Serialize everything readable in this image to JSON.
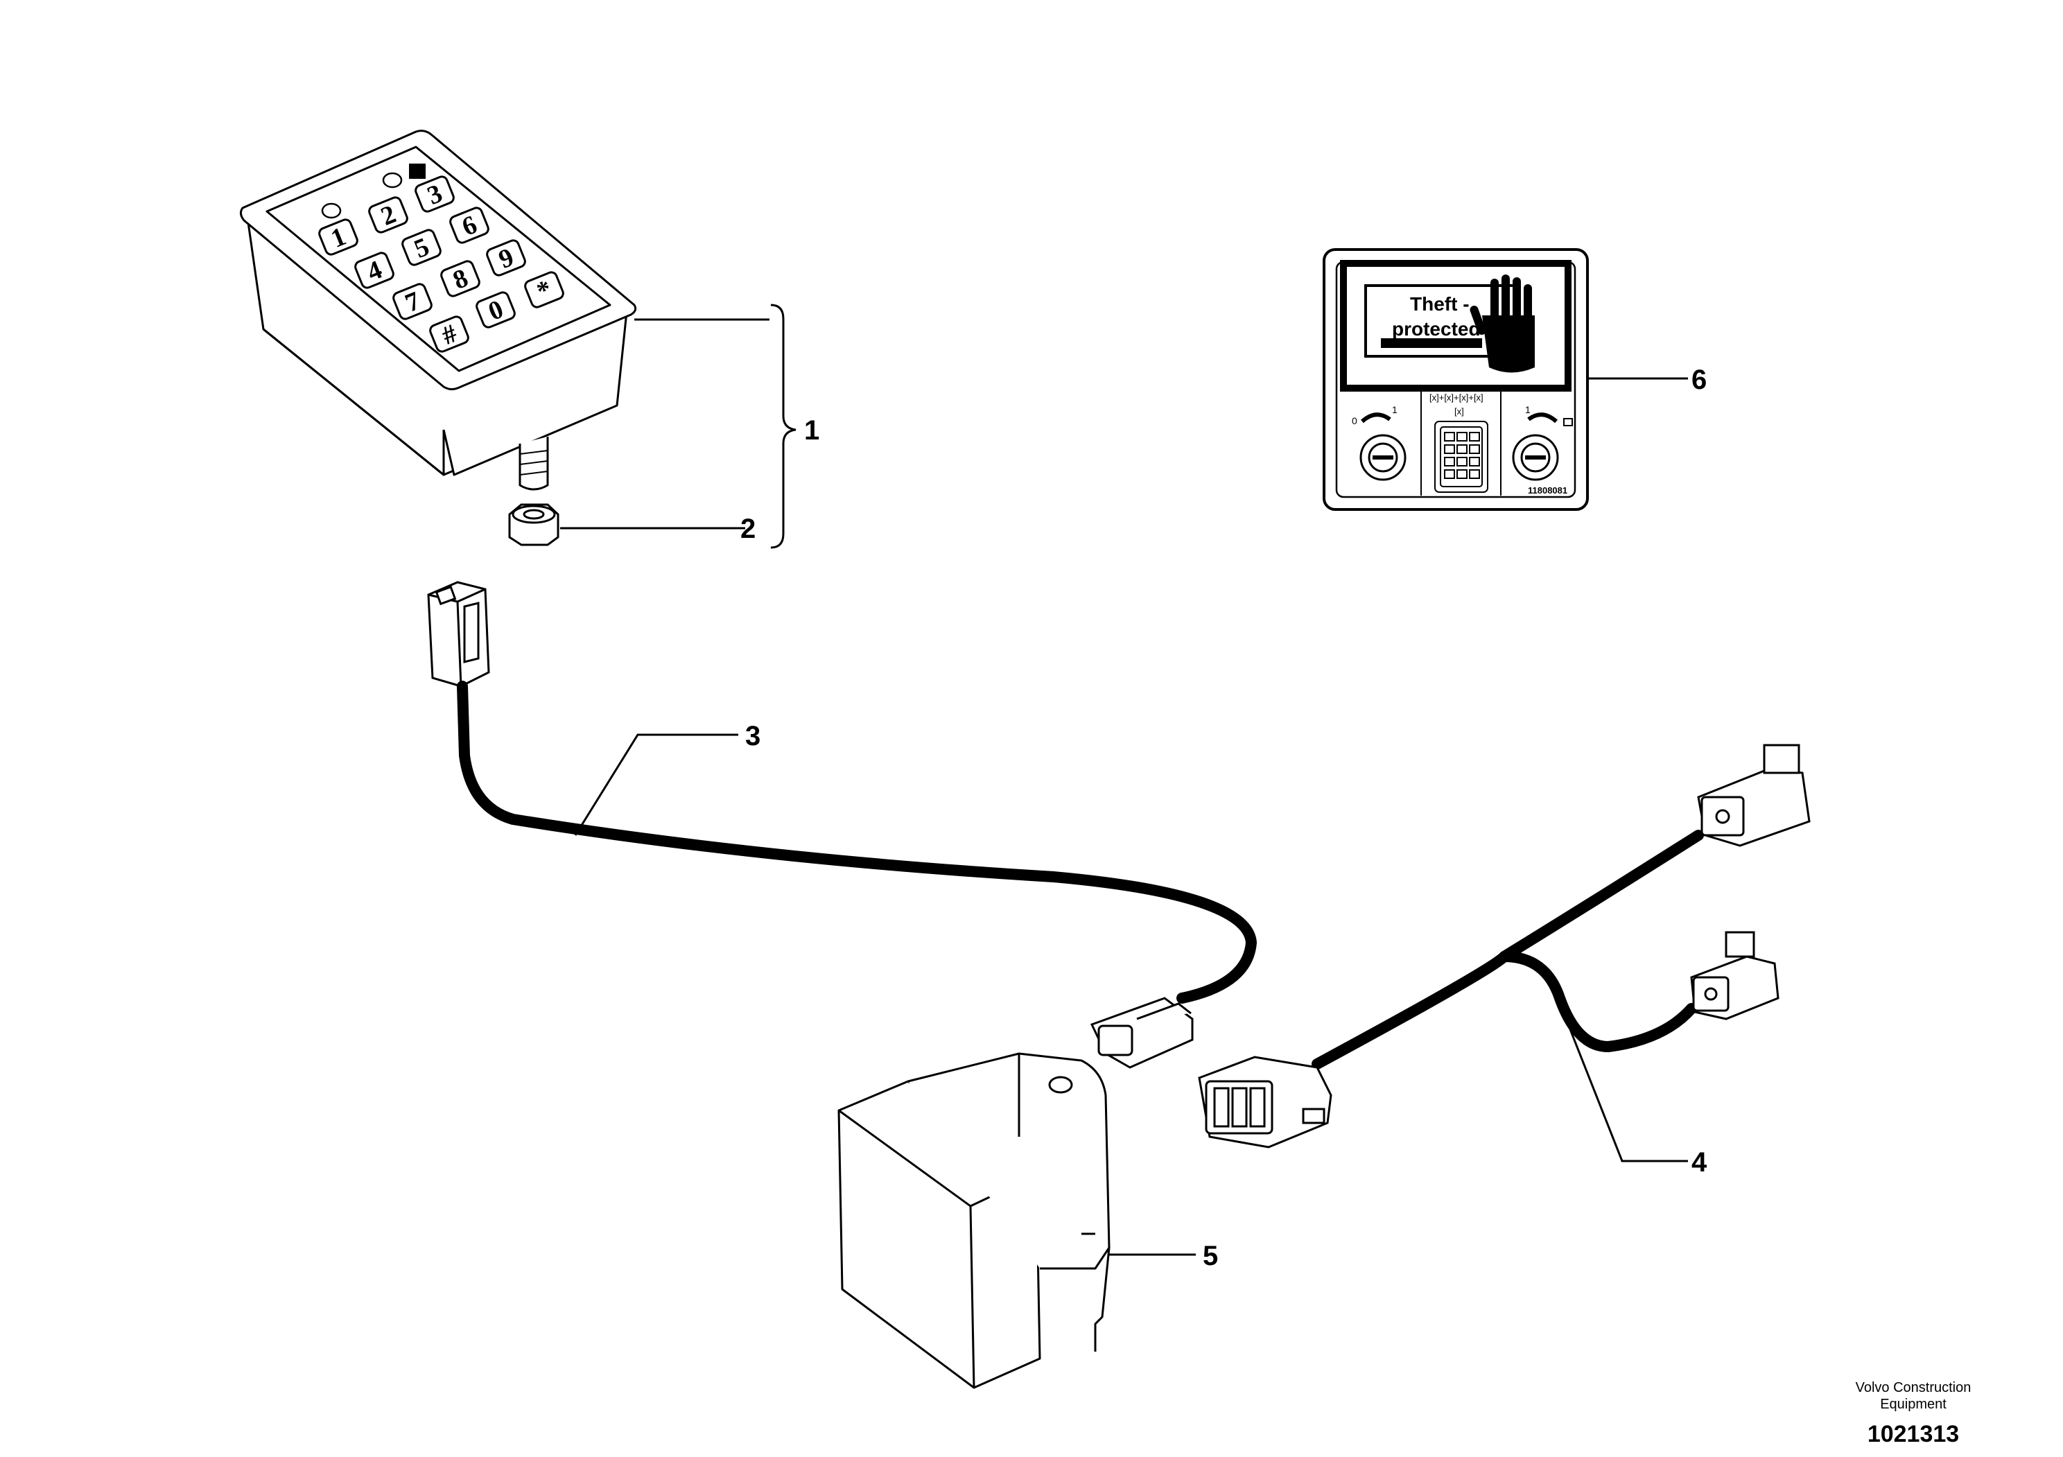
{
  "callouts": {
    "c1": "1",
    "c2": "2",
    "c3": "3",
    "c4": "4",
    "c5": "5",
    "c6": "6"
  },
  "keypad": {
    "keys": [
      "1",
      "2",
      "3",
      "4",
      "5",
      "6",
      "7",
      "8",
      "9",
      "*",
      "0",
      "#"
    ]
  },
  "decal": {
    "line1": "Theft -",
    "line2": "protected",
    "mini_keys_row": "[x]+[x]+[x]+[x]",
    "mini_keys_sub": "[x]",
    "left_switch_1": "1",
    "left_switch_0": "0",
    "right_switch_1": "1",
    "part_number": "11808081"
  },
  "footer": {
    "company_line1": "Volvo Construction",
    "company_line2": "Equipment",
    "drawing_id": "1021313"
  }
}
